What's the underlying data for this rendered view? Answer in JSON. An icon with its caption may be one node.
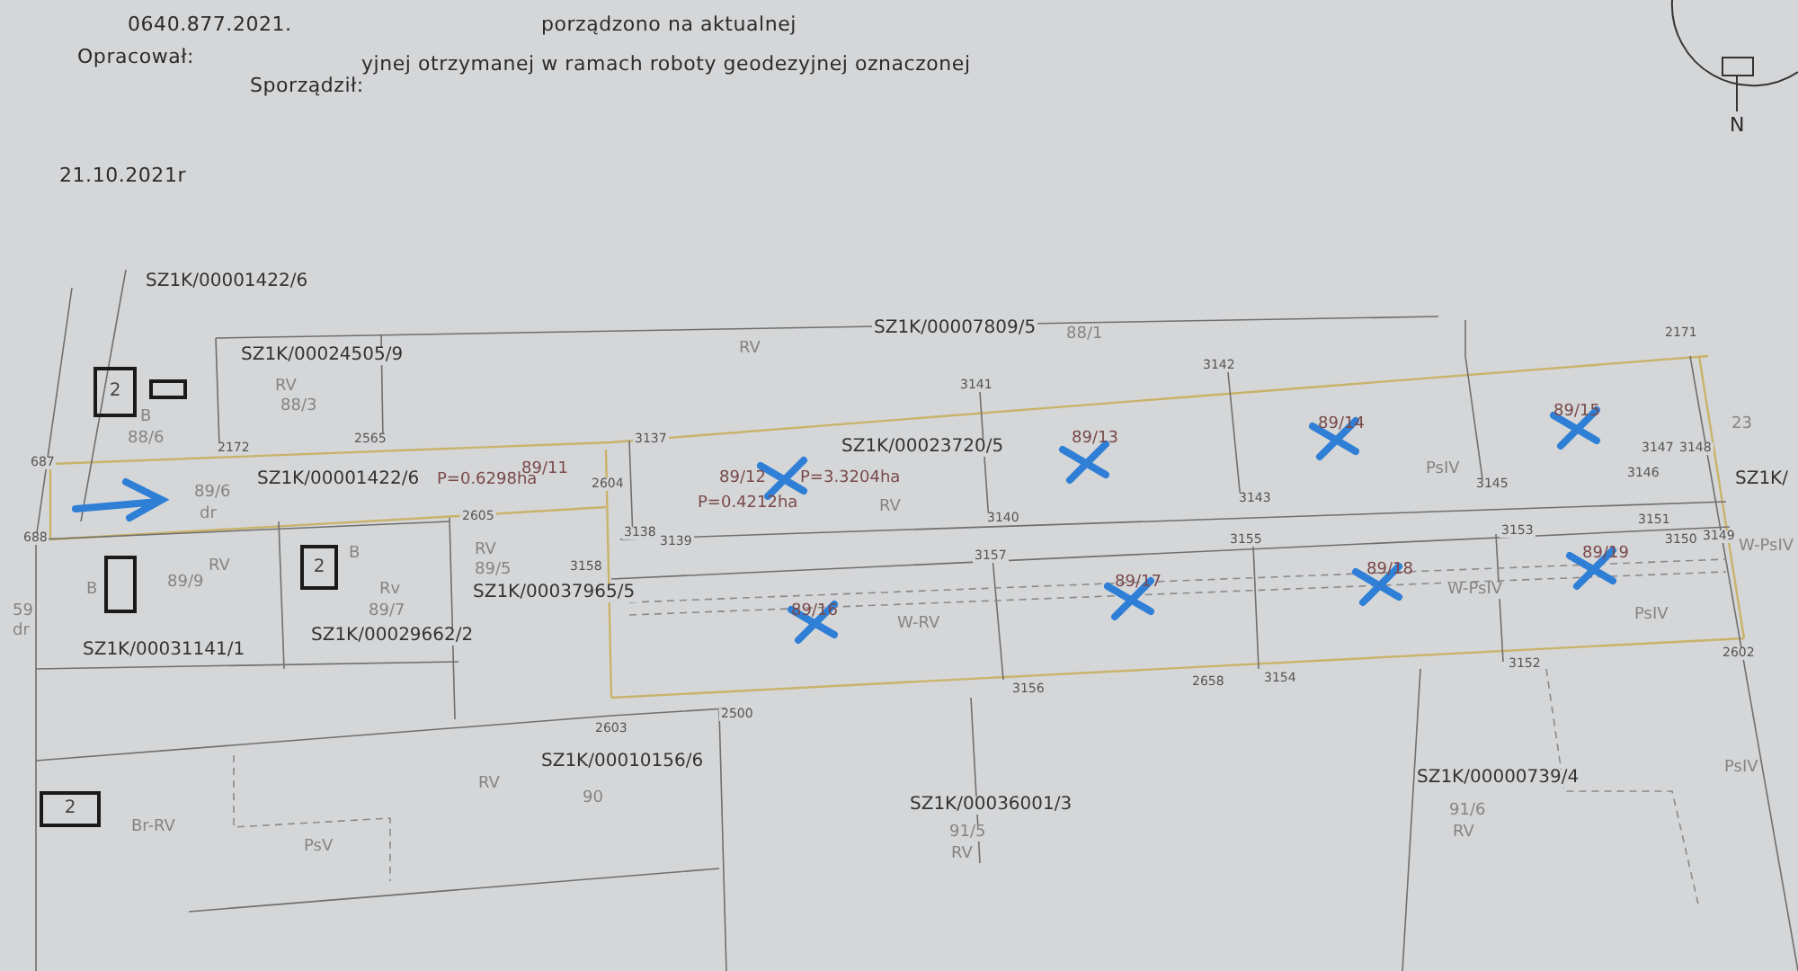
{
  "diagram": {
    "nodes": [
      {
        "text": [
          "2"
        ]
      },
      {
        "text": [],
        "shape": "box"
      },
      {
        "text": [],
        "shape": "box"
      },
      {
        "text": [
          "2"
        ]
      },
      {
        "text": [
          "2"
        ]
      }
    ],
    "edges": [],
    "labels": [
      "porządzono na aktualnej",
      "yjnej otrzymanej w ramach roboty geodezyjnej oznaczonej",
      "0640.877.2021.",
      "Opracował:",
      "Sporządził:",
      "21.10.2021r",
      "N",
      "SZ1K/00001422/6",
      "SZ1K/00024505/9",
      "RV",
      "88/3",
      "B",
      "88/6",
      "2172",
      "2565",
      "SZ1K/00007809/5",
      "88/1",
      "RV",
      "3141",
      "3142",
      "2171",
      "687",
      "688",
      "SZ1K/00001422/6",
      "89/6",
      "dr",
      "P=0.6298ha",
      "89/11",
      "2604",
      "2605",
      "3137",
      "SZ1K/00023720/5",
      "89/12",
      "P=3.3204ha",
      "P=0.4212ha",
      "RV",
      "3138",
      "3139",
      "3140",
      "89/13",
      "89/14",
      "89/15",
      "3143",
      "PsIV",
      "3145",
      "3146",
      "3147",
      "3148",
      "23",
      "SZ1K/",
      "3151",
      "3150",
      "3149",
      "3153",
      "3155",
      "3157",
      "89/16",
      "89/17",
      "89/18",
      "89/19",
      "W-RV",
      "W-PsIV",
      "W-PsIV",
      "PsIV",
      "3158",
      "3156",
      "3154",
      "3152",
      "2602",
      "2658",
      "2603",
      "2500",
      "RV",
      "89/5",
      "SZ1K/00037965/5",
      "B",
      "Rv",
      "89/7",
      "SZ1K/00029662/2",
      "89/9",
      "RV",
      "B",
      "SZ1K/00031141/1",
      "59",
      "dr",
      "Br-RV",
      "PsV",
      "RV",
      "SZ1K/00010156/6",
      "90",
      "SZ1K/00036001/3",
      "91/5",
      "RV",
      "SZ1K/00000739/4",
      "91/6",
      "RV",
      "PsIV"
    ]
  }
}
